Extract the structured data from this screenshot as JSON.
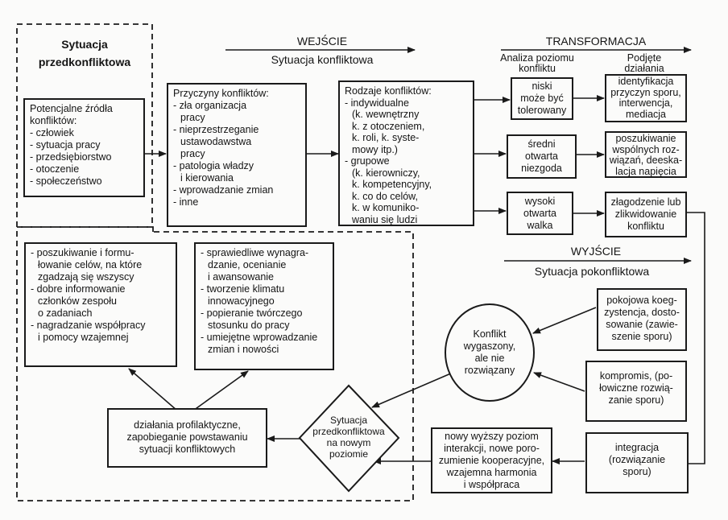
{
  "pre_conflict": {
    "title_lines": [
      "Sytuacja",
      "przedkonfliktowa"
    ],
    "sources_title_lines": [
      "Potencjalne źródła",
      "konfliktów:"
    ],
    "sources": [
      "człowiek",
      "sytuacja pracy",
      "przedsiębiorstwo",
      "otoczenie",
      "społeczeństwo"
    ]
  },
  "input": {
    "title": "WEJŚCIE",
    "subtitle": "Sytuacja konfliktowa",
    "causes_title": "Przyczyny konfliktów:",
    "causes": [
      [
        "zła organizacja",
        "pracy"
      ],
      [
        "nieprzestrzeganie",
        "ustawodawstwa",
        "pracy"
      ],
      [
        "patologia władzy",
        "i kierowania"
      ],
      [
        "wprowadzanie zmian"
      ],
      [
        "inne"
      ]
    ],
    "types_title": "Rodzaje konfliktów:",
    "types_lines": [
      "- indywidualne",
      "(k. wewnętrzny",
      "k. z otoczeniem,",
      "k. roli, k. syste-",
      "mowy itp.)",
      "- grupowe",
      "(k. kierowniczy,",
      "k. kompetencyjny,",
      "k. co do celów,",
      "k. w komuniko-",
      "waniu się ludzi"
    ]
  },
  "transformation": {
    "title": "TRANSFORMACJA",
    "col1_title": [
      "Analiza poziomu",
      "konfliktu"
    ],
    "col2_title": [
      "Podjęte",
      "działania"
    ],
    "levels": [
      [
        "niski",
        "może być",
        "tolerowany"
      ],
      [
        "średni",
        "otwarta",
        "niezgoda"
      ],
      [
        "wysoki",
        "otwarta",
        "walka"
      ]
    ],
    "actions": [
      [
        "identyfikacja",
        "przyczyn sporu,",
        "interwencja,",
        "mediacja"
      ],
      [
        "poszukiwanie",
        "wspólnych roz-",
        "wiązań, deeska-",
        "lacja napięcia"
      ],
      [
        "złagodzenie lub",
        "zlikwidowanie",
        "konfliktu"
      ]
    ]
  },
  "output": {
    "title": "WYJŚCIE",
    "subtitle": "Sytuacja pokonfliktowa",
    "results": [
      [
        "pokojowa koeg-",
        "zystencja, dosto-",
        "sowanie (zawie-",
        "szenie sporu)"
      ],
      [
        "kompromis, (po-",
        "łowiczne rozwią-",
        "zanie sporu)"
      ],
      [
        "integracja",
        "(rozwiązanie",
        "sporu)"
      ]
    ],
    "ellipse": [
      "Konflikt",
      "wygaszony,",
      "ale nie",
      "rozwiązany"
    ],
    "new_level": [
      "nowy wyższy poziom",
      "interakcji, nowe poro-",
      "zumienie kooperacyjne,",
      "wzajemna harmonia",
      "i współpraca"
    ],
    "diamond": [
      "Sytuacja",
      "przedkonfliktowa",
      "na nowym",
      "poziomie"
    ]
  },
  "prevention": {
    "left_items": [
      [
        "poszukiwanie i formu-",
        "łowanie celów, na które",
        "zgadzają się wszyscy"
      ],
      [
        "dobre informowanie",
        "członków zespołu",
        "o zadaniach"
      ],
      [
        "nagradzanie współpracy",
        "i pomocy wzajemnej"
      ]
    ],
    "right_items": [
      [
        "sprawiedliwe wynagra-",
        "dzanie, ocenianie",
        "i awansowanie"
      ],
      [
        "tworzenie klimatu",
        "innowacyjnego"
      ],
      [
        "popieranie twórczego",
        "stosunku do pracy"
      ],
      [
        "umiejętne wprowadzanie",
        "zmian i nowości"
      ]
    ],
    "action": [
      "działania profilaktyczne,",
      "zapobieganie powstawaniu",
      "sytuacji konfliktowych"
    ]
  }
}
